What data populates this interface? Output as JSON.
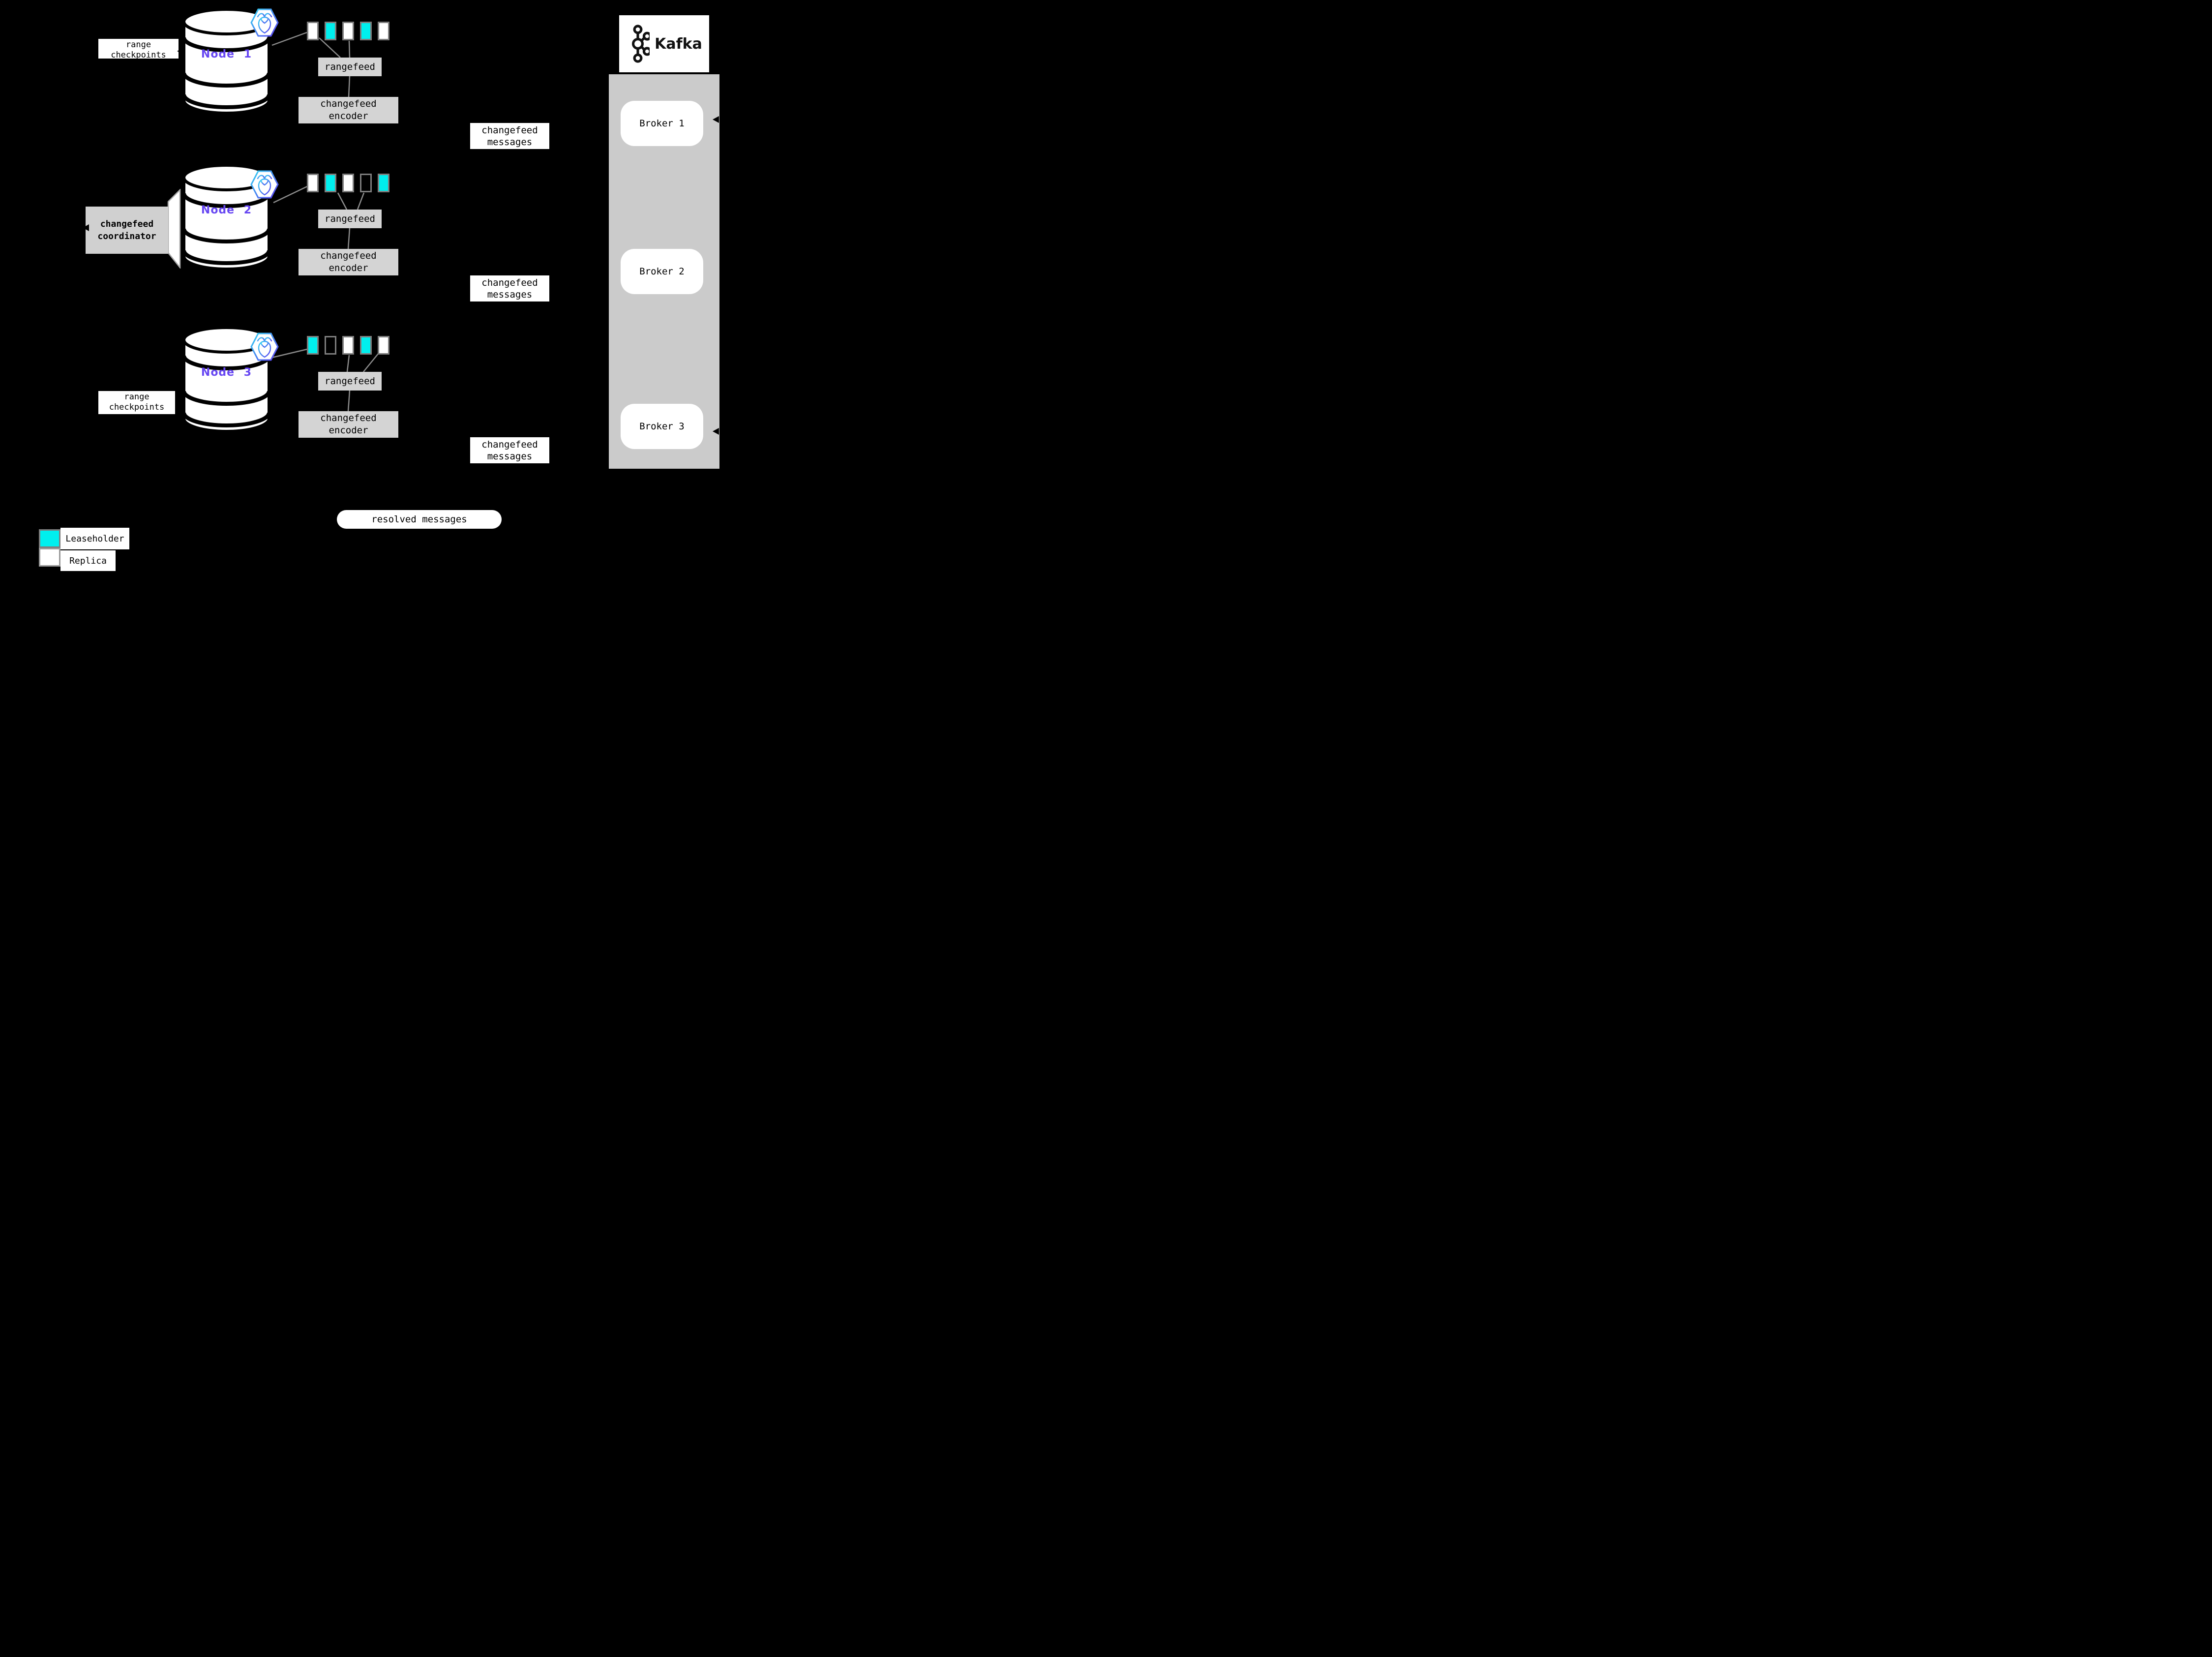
{
  "labels": {
    "range_checkpoints": "range checkpoints",
    "changefeed_coordinator": "changefeed coordinator",
    "rangefeed": "rangefeed",
    "changefeed_encoder": "changefeed encoder",
    "changefeed_messages": "changefeed messages",
    "resolved_messages": "resolved messages"
  },
  "nodes": [
    {
      "name": "Node 1",
      "squares": [
        "replica",
        "leaseholder",
        "replica",
        "leaseholder",
        "replica"
      ]
    },
    {
      "name": "Node 2",
      "squares": [
        "replica",
        "leaseholder",
        "replica",
        "empty",
        "leaseholder"
      ]
    },
    {
      "name": "Node 3",
      "squares": [
        "leaseholder",
        "empty",
        "replica",
        "leaseholder",
        "replica"
      ]
    }
  ],
  "kafka": {
    "logo_text": "Kafka",
    "brokers": [
      {
        "label": "Broker 1"
      },
      {
        "label": "Broker 2"
      },
      {
        "label": "Broker 3"
      }
    ]
  },
  "legend": {
    "items": [
      {
        "type": "leaseholder",
        "label": "Leaseholder"
      },
      {
        "type": "replica",
        "label": "Replica"
      }
    ]
  },
  "colors": {
    "background": "#000000",
    "leaseholder": "#00efee",
    "replica": "#ffffff",
    "empty": "transparent",
    "square_border": "#7d7d7d",
    "line_gray": "#8c8c8c",
    "box_gray": "#d4d4d4",
    "panel_gray": "#cbcbcb",
    "node_purple": "#6747f2",
    "hex_gradient_start": "#35d6f4",
    "hex_gradient_end": "#5b3df0"
  }
}
